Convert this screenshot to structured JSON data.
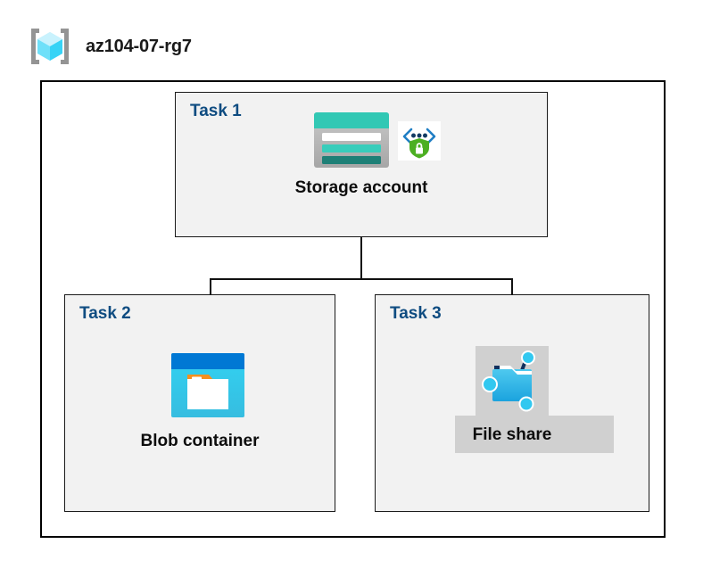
{
  "header": {
    "icon": "resource-group-icon",
    "title": "az104-07-rg7"
  },
  "diagram": {
    "container_name": "resource-group-container",
    "tasks": [
      {
        "id": "task-1",
        "label": "Task 1",
        "node_label": "Storage account",
        "icons": [
          "storage-account-icon",
          "secure-endpoint-shield-icon"
        ]
      },
      {
        "id": "task-2",
        "label": "Task 2",
        "node_label": "Blob container",
        "icons": [
          "blob-container-icon"
        ]
      },
      {
        "id": "task-3",
        "label": "Task 3",
        "node_label": "File share",
        "icons": [
          "file-share-icon"
        ]
      }
    ],
    "connections": [
      {
        "from": "task-1",
        "to": "task-2"
      },
      {
        "from": "task-1",
        "to": "task-3"
      }
    ]
  },
  "colors": {
    "task_label": "#0f4c81",
    "task_fill": "#f2f2f2",
    "container_border": "#000000",
    "node_label": "#0d0d0d",
    "storage_teal": "#32c8b4",
    "storage_teal_dark": "#1e8077",
    "storage_gray": "#b3b3b3",
    "azure_blue": "#0078d4",
    "cyan": "#32c8f0",
    "shield_green": "#4caf22",
    "orange": "#f7901e",
    "highlight_gray": "#d0d0d0"
  }
}
